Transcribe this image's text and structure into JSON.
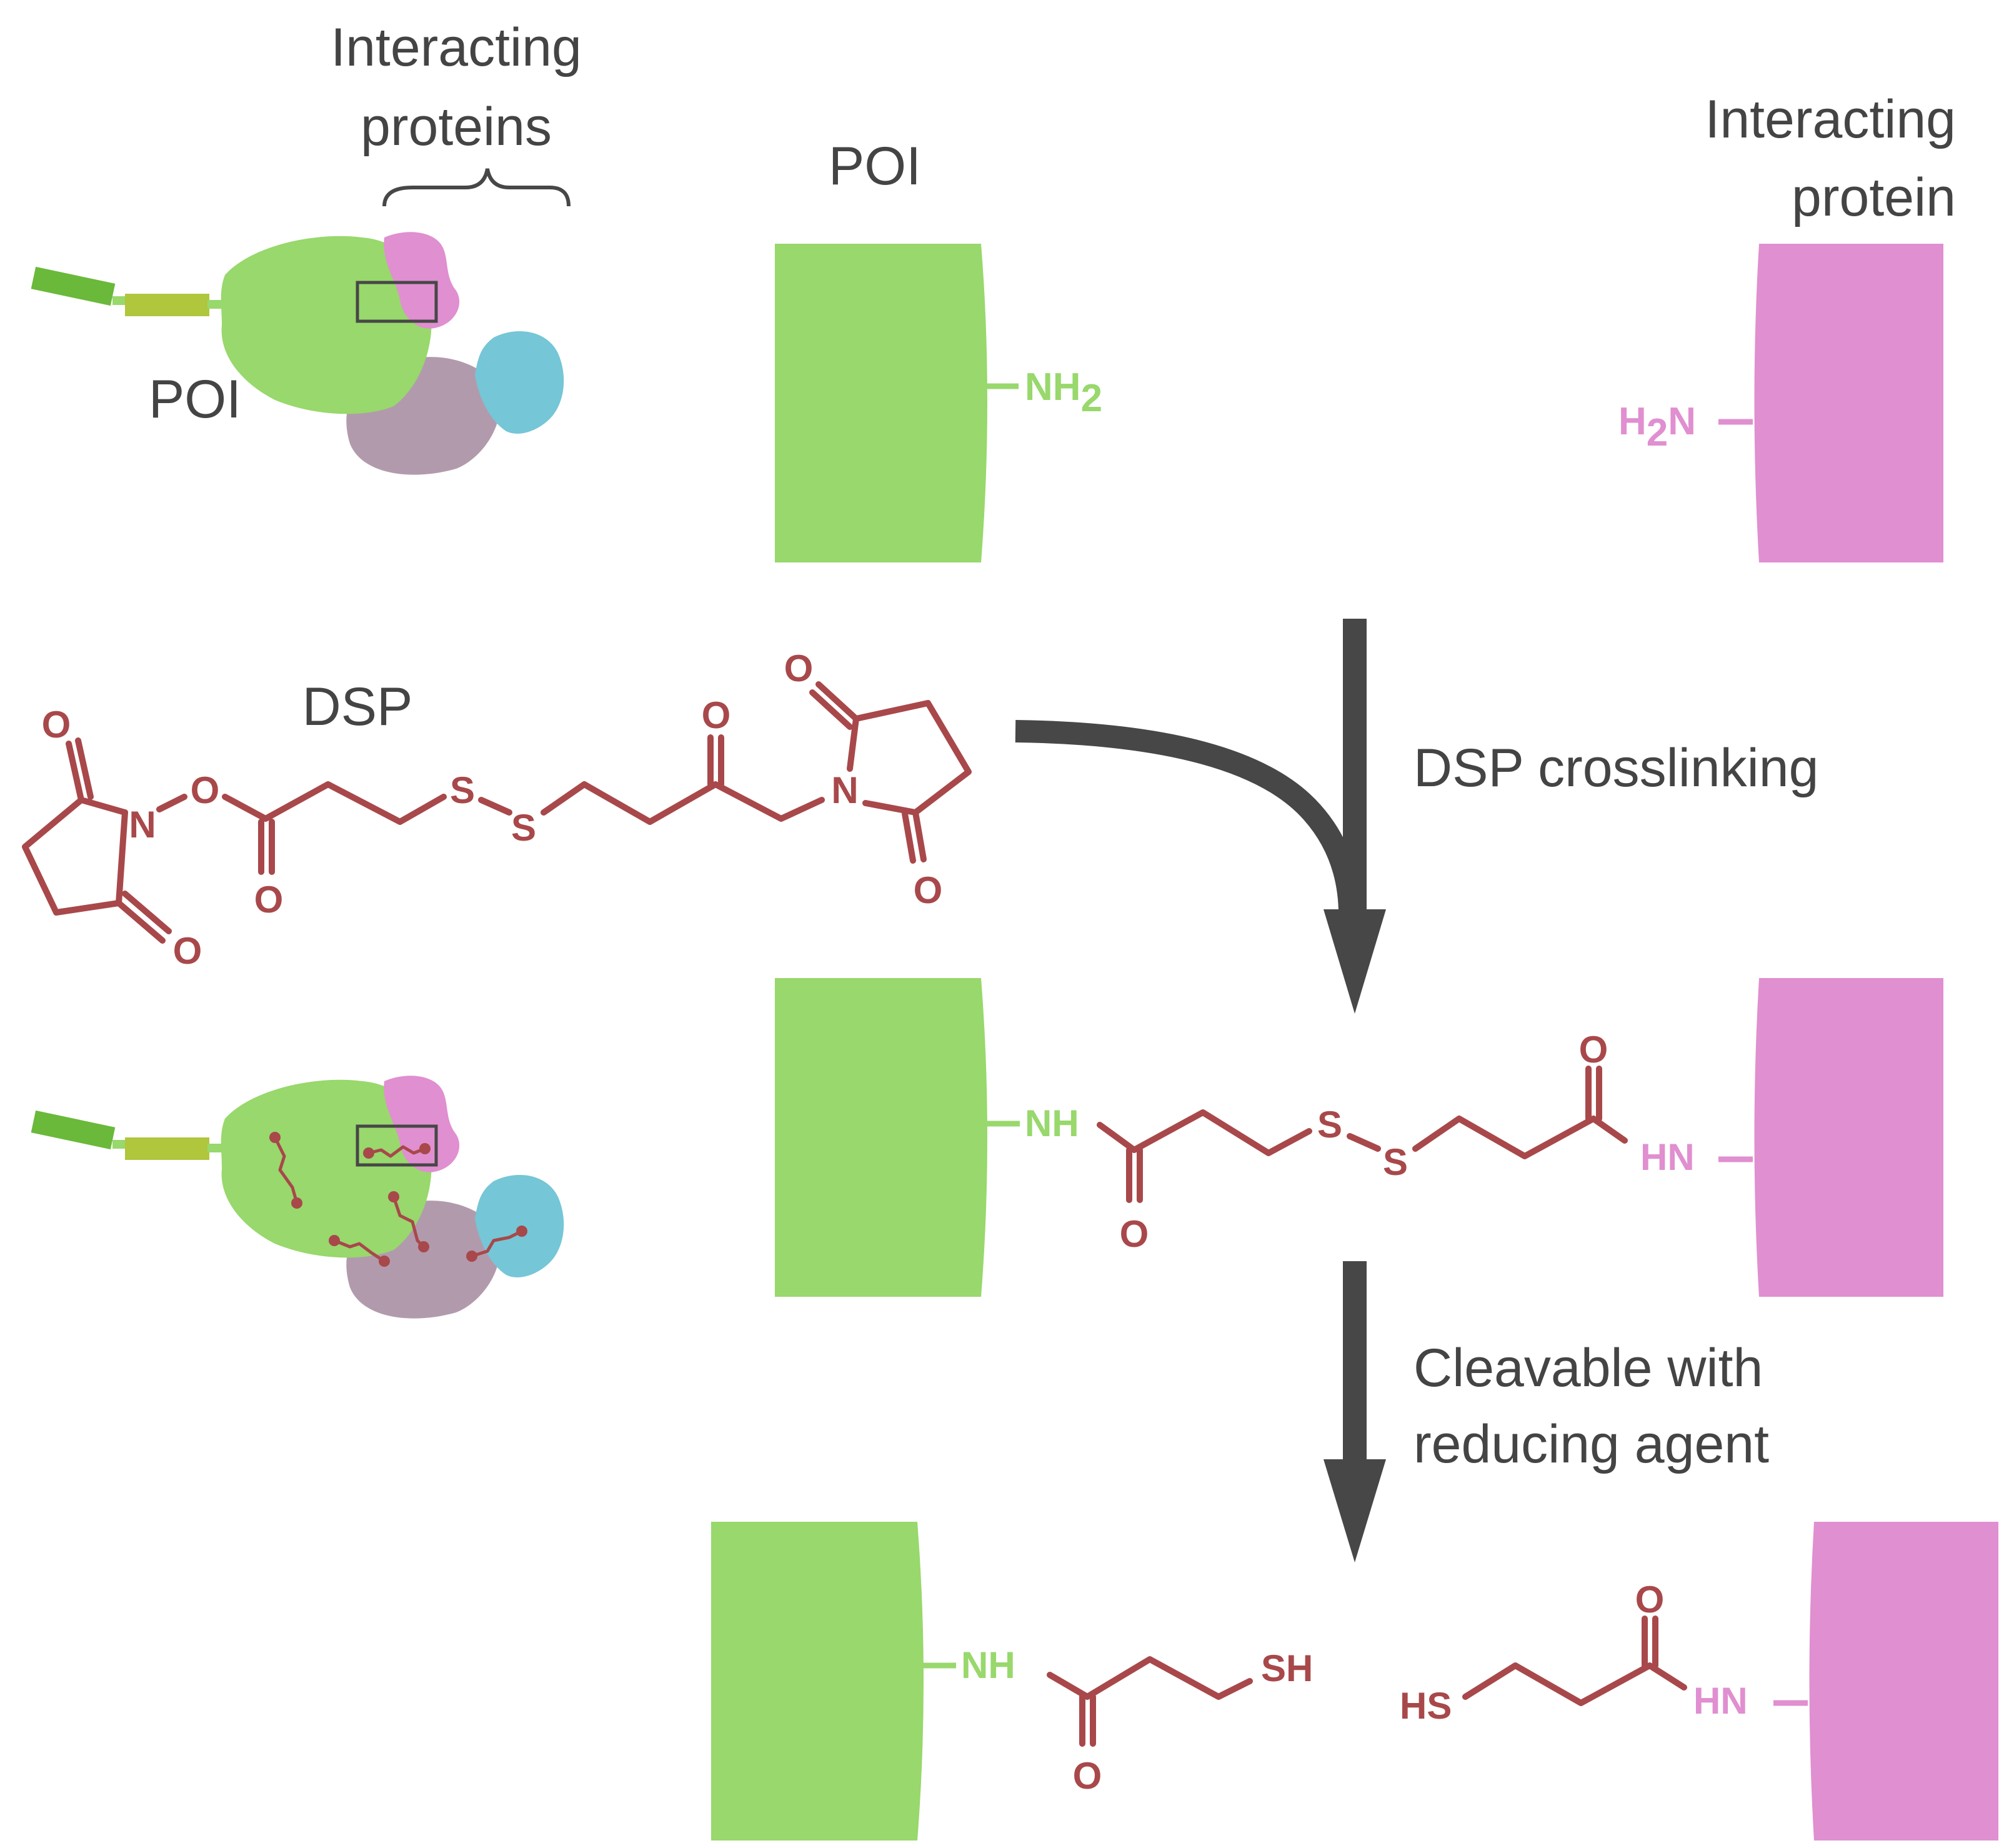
{
  "labels": {
    "interacting_proteins": [
      "Interacting",
      "proteins"
    ],
    "poi_cartoon": "POI",
    "poi_header": "POI",
    "interacting_protein_header": [
      "Interacting",
      "protein"
    ],
    "dsp": "DSP",
    "step1": "DSP crosslinking",
    "step2": [
      "Cleavable with",
      "reducing agent"
    ]
  },
  "chem": {
    "nh2_main": "NH",
    "nh2_sub": "2",
    "h2n_main1": "H",
    "h2n_sub": "2",
    "h2n_main2": "N",
    "O": "O",
    "N": "N",
    "S": "S",
    "NH": "NH",
    "HN": "HN",
    "SH": "SH",
    "HS": "HS"
  },
  "colors": {
    "poi": "#98d86c",
    "interacting": "#e08fd0",
    "linker": "#a8484a",
    "purple_protein": "#b29aad",
    "blue_protein": "#75c6d6",
    "tag_dark": "#6ab93a",
    "tag_light": "#b0c63c",
    "arrow": "#474747",
    "text": "#444444"
  }
}
